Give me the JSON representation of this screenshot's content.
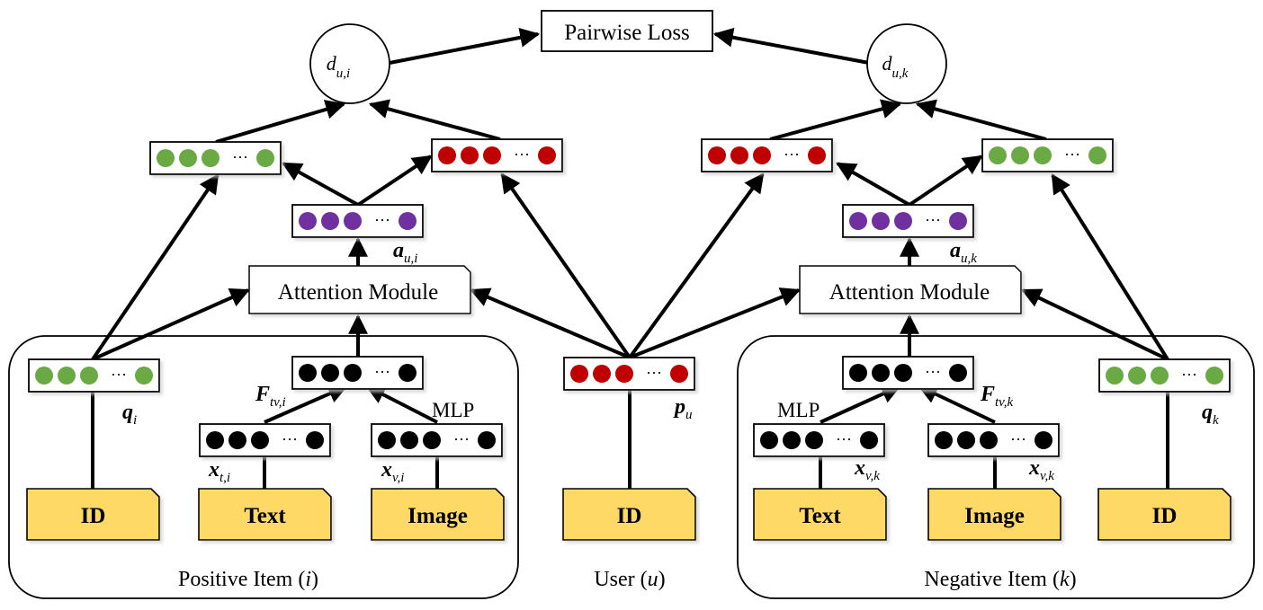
{
  "loss": {
    "label": "Pairwise Loss"
  },
  "scores": {
    "pos": {
      "base": "d",
      "sub": "u,i"
    },
    "neg": {
      "base": "d",
      "sub": "u,k"
    }
  },
  "attention": {
    "left": "Attention Module",
    "right": "Attention Module"
  },
  "vectors": {
    "q_i": {
      "base": "q",
      "sub": "i"
    },
    "a_ui": {
      "base": "a",
      "sub": "u,i"
    },
    "F_tvi": {
      "base": "F",
      "sub": "tv,i"
    },
    "x_ti": {
      "base": "x",
      "sub": "t,i"
    },
    "x_vi": {
      "base": "x",
      "sub": "v,i"
    },
    "p_u": {
      "base": "p",
      "sub": "u"
    },
    "a_uk": {
      "base": "a",
      "sub": "u,k"
    },
    "F_tvk": {
      "base": "F",
      "sub": "tv,k"
    },
    "x_vk_text": {
      "base": "x",
      "sub": "v,k"
    },
    "x_vk_image": {
      "base": "x",
      "sub": "v,k"
    },
    "q_k": {
      "base": "q",
      "sub": "k"
    }
  },
  "mlp": {
    "left": "MLP",
    "right": "MLP"
  },
  "inputs": {
    "pos_id": "ID",
    "pos_text": "Text",
    "pos_image": "Image",
    "user_id": "ID",
    "neg_text": "Text",
    "neg_image": "Image",
    "neg_id": "ID"
  },
  "groups": {
    "positive": {
      "prefix": "Positive Item (",
      "var": "i",
      "suffix": ")"
    },
    "user": {
      "prefix": "User (",
      "var": "u",
      "suffix": ")"
    },
    "negative": {
      "prefix": "Negative Item (",
      "var": "k",
      "suffix": ")"
    }
  },
  "ellipsis": "···",
  "colors": {
    "green": "#6aaa45",
    "red": "#c00000",
    "purple": "#7030a0",
    "black": "#000000",
    "input_fill": "#ffd966"
  }
}
